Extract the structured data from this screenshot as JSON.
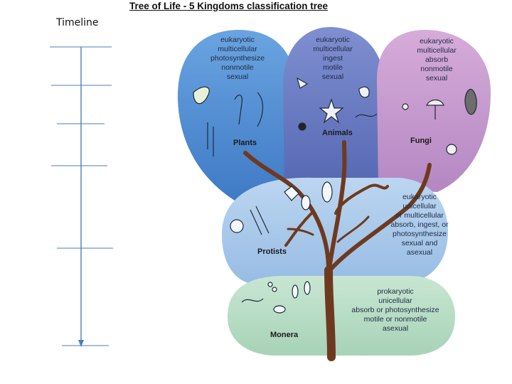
{
  "title": "Tree of Life - 5 Kingdoms classification tree",
  "timeline": {
    "label": "Timeline"
  },
  "kingdoms": {
    "plants": {
      "name": "Plants",
      "traits": [
        "eukaryotic",
        "multicellular",
        "photosynthesize",
        "nonmotile",
        "sexual"
      ]
    },
    "animals": {
      "name": "Animals",
      "traits": [
        "eukaryotic",
        "multicellular",
        "ingest",
        "motile",
        "sexual"
      ]
    },
    "fungi": {
      "name": "Fungi",
      "traits": [
        "eukaryotic",
        "multicellular",
        "absorb",
        "nonmotile",
        "sexual"
      ]
    },
    "protists": {
      "name": "Protists",
      "traits": [
        "eukaryotic",
        "unicellular",
        "or multicellular",
        "absorb, ingest, or",
        "photosynthesize",
        "sexual and",
        "asexual"
      ]
    },
    "monera": {
      "name": "Monera",
      "traits": [
        "prokaryotic",
        "unicellular",
        "absorb or photosynthesize",
        "motile or nonmotile",
        "asexual"
      ]
    }
  },
  "colors": {
    "plants": "#5d95d3",
    "animals": "#7282c4",
    "fungi": "#c79bcf",
    "protists": "#a9c8ea",
    "monera": "#b7dcc4",
    "trunk": "#6e3a1f",
    "timeline": "#4a7ebb"
  }
}
